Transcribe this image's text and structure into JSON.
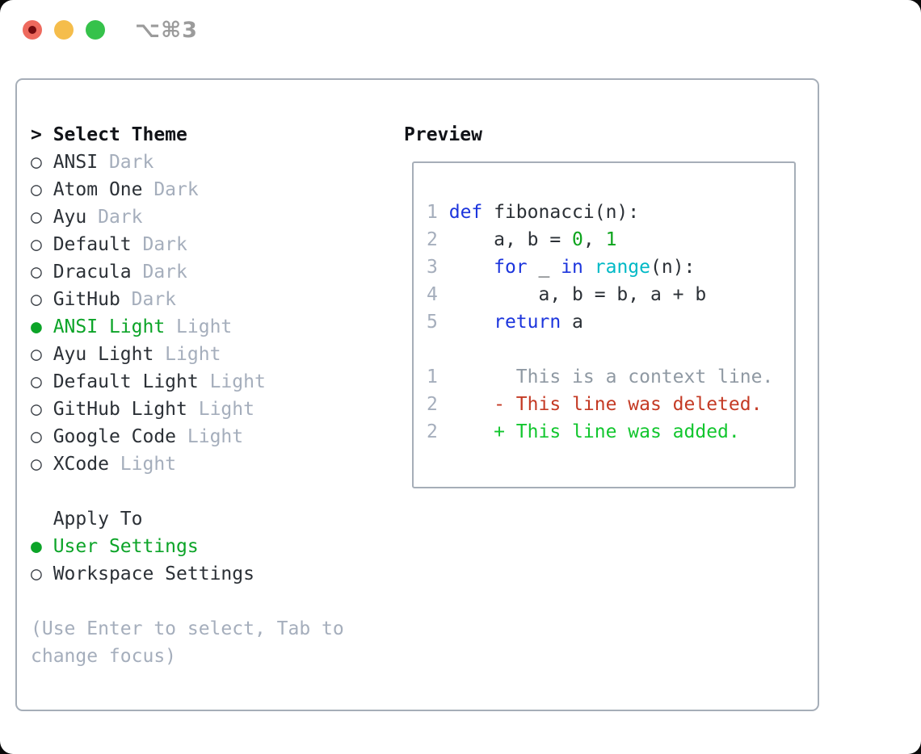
{
  "colors": {
    "accent_green": "#0CA428",
    "keyword_blue": "#1C35DD",
    "builtin_cyan": "#00B9C6",
    "number_green": "#0CA41C",
    "deleted_red": "#C43A24",
    "added_green": "#12C62E",
    "muted_gray": "#A5AEBC",
    "context_gray": "#8F99A3",
    "text_dark": "#2B3036",
    "bullet_dark": "#3A3F46",
    "border_gray": "#A6AEB8",
    "title_gray": "#9B9B9B",
    "traffic_red": "#EE6A5E",
    "traffic_red_dot": "#740B0E",
    "traffic_yellow": "#F5BD4B",
    "traffic_green": "#36C24B"
  },
  "glyphs": {
    "prompt": ">",
    "selected_bullet": "●",
    "unselected_bullet": "○"
  },
  "window": {
    "title": "⌥⌘3"
  },
  "theme_panel": {
    "header": "Select Theme",
    "themes": [
      {
        "name": "ANSI",
        "variant": "Dark",
        "selected": false
      },
      {
        "name": "Atom One",
        "variant": "Dark",
        "selected": false
      },
      {
        "name": "Ayu",
        "variant": "Dark",
        "selected": false
      },
      {
        "name": "Default",
        "variant": "Dark",
        "selected": false
      },
      {
        "name": "Dracula",
        "variant": "Dark",
        "selected": false
      },
      {
        "name": "GitHub",
        "variant": "Dark",
        "selected": false
      },
      {
        "name": "ANSI Light",
        "variant": "Light",
        "selected": true
      },
      {
        "name": "Ayu Light",
        "variant": "Light",
        "selected": false
      },
      {
        "name": "Default Light",
        "variant": "Light",
        "selected": false
      },
      {
        "name": "GitHub Light",
        "variant": "Light",
        "selected": false
      },
      {
        "name": "Google Code",
        "variant": "Light",
        "selected": false
      },
      {
        "name": "XCode",
        "variant": "Light",
        "selected": false
      }
    ],
    "apply_to": {
      "header": "Apply To",
      "options": [
        {
          "name": "User Settings",
          "selected": true
        },
        {
          "name": "Workspace Settings",
          "selected": false
        }
      ]
    },
    "help_text": "(Use Enter to select, Tab to change focus)"
  },
  "preview": {
    "header": "Preview",
    "lines": [
      {
        "num": "1",
        "tokens": [
          {
            "t": " ",
            "c": "plain"
          },
          {
            "t": "def",
            "c": "kw"
          },
          {
            "t": " fibonacci(n):",
            "c": "plain"
          }
        ]
      },
      {
        "num": "2",
        "tokens": [
          {
            "t": "     a, b = ",
            "c": "plain"
          },
          {
            "t": "0",
            "c": "num"
          },
          {
            "t": ", ",
            "c": "plain"
          },
          {
            "t": "1",
            "c": "num"
          }
        ]
      },
      {
        "num": "3",
        "tokens": [
          {
            "t": "     ",
            "c": "plain"
          },
          {
            "t": "for",
            "c": "kw"
          },
          {
            "t": " _ ",
            "c": "plain"
          },
          {
            "t": "in",
            "c": "kw"
          },
          {
            "t": " ",
            "c": "plain"
          },
          {
            "t": "range",
            "c": "builtin"
          },
          {
            "t": "(n):",
            "c": "plain"
          }
        ]
      },
      {
        "num": "4",
        "tokens": [
          {
            "t": "         a, b = b, a + b",
            "c": "plain"
          }
        ]
      },
      {
        "num": "5",
        "tokens": [
          {
            "t": "     ",
            "c": "plain"
          },
          {
            "t": "return",
            "c": "kw"
          },
          {
            "t": " a",
            "c": "plain"
          }
        ]
      },
      {
        "num": "",
        "tokens": []
      },
      {
        "num": "1",
        "tokens": [
          {
            "t": "       This is a context line.",
            "c": "ctx"
          }
        ]
      },
      {
        "num": "2",
        "tokens": [
          {
            "t": "     ",
            "c": "plain"
          },
          {
            "t": "- This line was deleted.",
            "c": "del"
          }
        ]
      },
      {
        "num": "2",
        "tokens": [
          {
            "t": "     ",
            "c": "plain"
          },
          {
            "t": "+ This line was added.",
            "c": "add"
          }
        ]
      }
    ]
  }
}
